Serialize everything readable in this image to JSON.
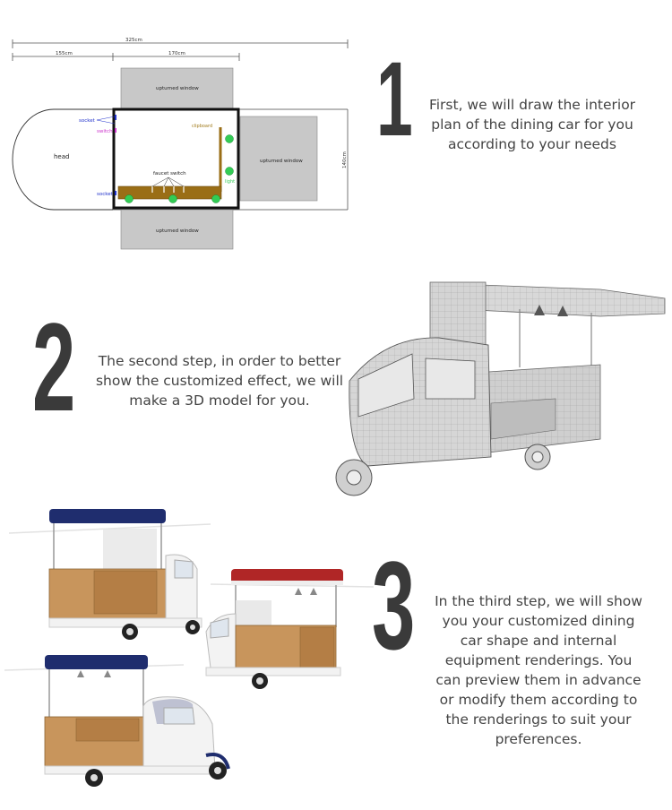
{
  "floor_plan": {
    "dim_total": "325cm",
    "dim_left": "155cm",
    "dim_right": "170cm",
    "dim_height": "140cm",
    "head_label": "head",
    "window_top": "upturned window",
    "window_right": "upturned window",
    "window_bottom": "upturned window",
    "socket_top": "socket",
    "switch": "switch",
    "socket_bottom": "socket",
    "clipboard": "clipboard",
    "light": "light",
    "faucet_switch": "faucet switch"
  },
  "steps": [
    {
      "number": "1",
      "text": "First, we will draw the interior plan of the dining car for you according to your needs"
    },
    {
      "number": "2",
      "text": "The second step, in order to better show the customized effect, we will make a 3D model for you."
    },
    {
      "number": "3",
      "text": "In the third step, we will show you your customized dining car shape and internal equipment renderings. You can preview them in advance or modify them according to the renderings to suit your preferences."
    }
  ],
  "colors": {
    "window_fill": "#c8c8c8",
    "counter_fill": "#9a6e16",
    "socket_text": "#2233cc",
    "switch_text": "#cc33cc",
    "clipboard_text": "#a07a1a",
    "light_green": "#33cc55",
    "canopy_blue": "#1f2d6e",
    "canopy_red": "#b02626",
    "wood": "#c8955c"
  }
}
